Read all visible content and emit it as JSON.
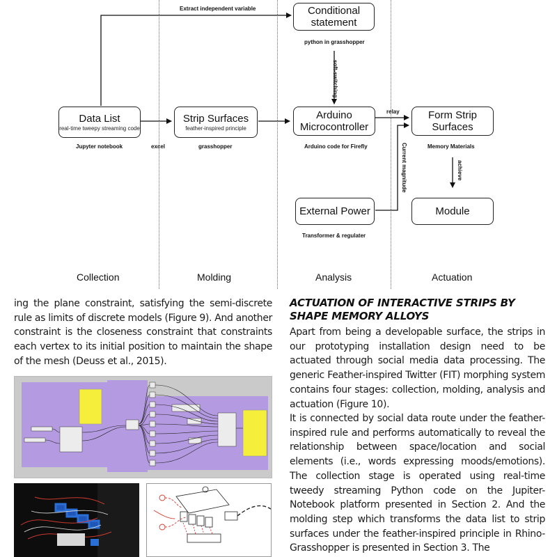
{
  "diagram": {
    "top_label": "Extract independent variable",
    "boxes": {
      "conditional": {
        "title": "Conditional statement",
        "caption": "python in grasshopper"
      },
      "data_list": {
        "title": "Data List",
        "subtitle": "real-time tweepy  streaming code",
        "caption": "Jupyter notebook"
      },
      "strip_surfaces": {
        "title": "Strip Surfaces",
        "subtitle": "feather-inspired principle",
        "caption": "grasshopper"
      },
      "arduino": {
        "title": "Arduino Microcontroller",
        "caption": "Arduino code for Firefly"
      },
      "form_strip": {
        "title": "Form Strip Surfaces",
        "caption": "Memory Materials"
      },
      "external_power": {
        "title": "External Power",
        "caption": "Transformer &  regulater"
      },
      "module": {
        "title": "Module"
      }
    },
    "edge_labels": {
      "excel": "excel",
      "soft_switching": "soft-switching",
      "relay": "relay",
      "current_magnitude": "Current magnitude",
      "achieve": "achieve"
    },
    "stages": [
      "Collection",
      "Molding",
      "Analysis",
      "Actuation"
    ]
  },
  "left_column": {
    "paragraph": "ing the plane constraint, satisfying the semi-discrete rule as limits of discrete models (Figure 9). And another constraint is the closeness constraint that constraints each vertex to its initial position to maintain the shape of the mesh (Deuss et al., 2015)."
  },
  "right_column": {
    "heading": "ACTUATION OF INTERACTIVE STRIPS BY SHAPE MEMORY ALLOYS",
    "paragraph1": "Apart from being a developable surface, the strips in our prototyping installation design need to be actuated through social media data processing. The generic Feather-inspired Twitter (FIT) morphing system contains four stages: collection, molding, analysis and actuation (Figure 10).",
    "paragraph2": "It is connected by social data route under the feather-inspired rule and performs automatically to reveal the relationship between space/location and social elements (i.e., words expressing moods/emotions). The collection stage is operated using real-time tweedy streaming Python code on the Jupiter-Notebook platform presented in Section 2. And the molding step which transforms the data list to strip surfaces under the feather-inspired principle in Rhino-Grasshopper is presented in Section 3. The"
  },
  "colors": {
    "canvas_purple": "#b49ae0",
    "canvas_gray": "#c9c9c9",
    "note_yellow": "#f5ee3a",
    "sketch_red": "#d8342a"
  }
}
